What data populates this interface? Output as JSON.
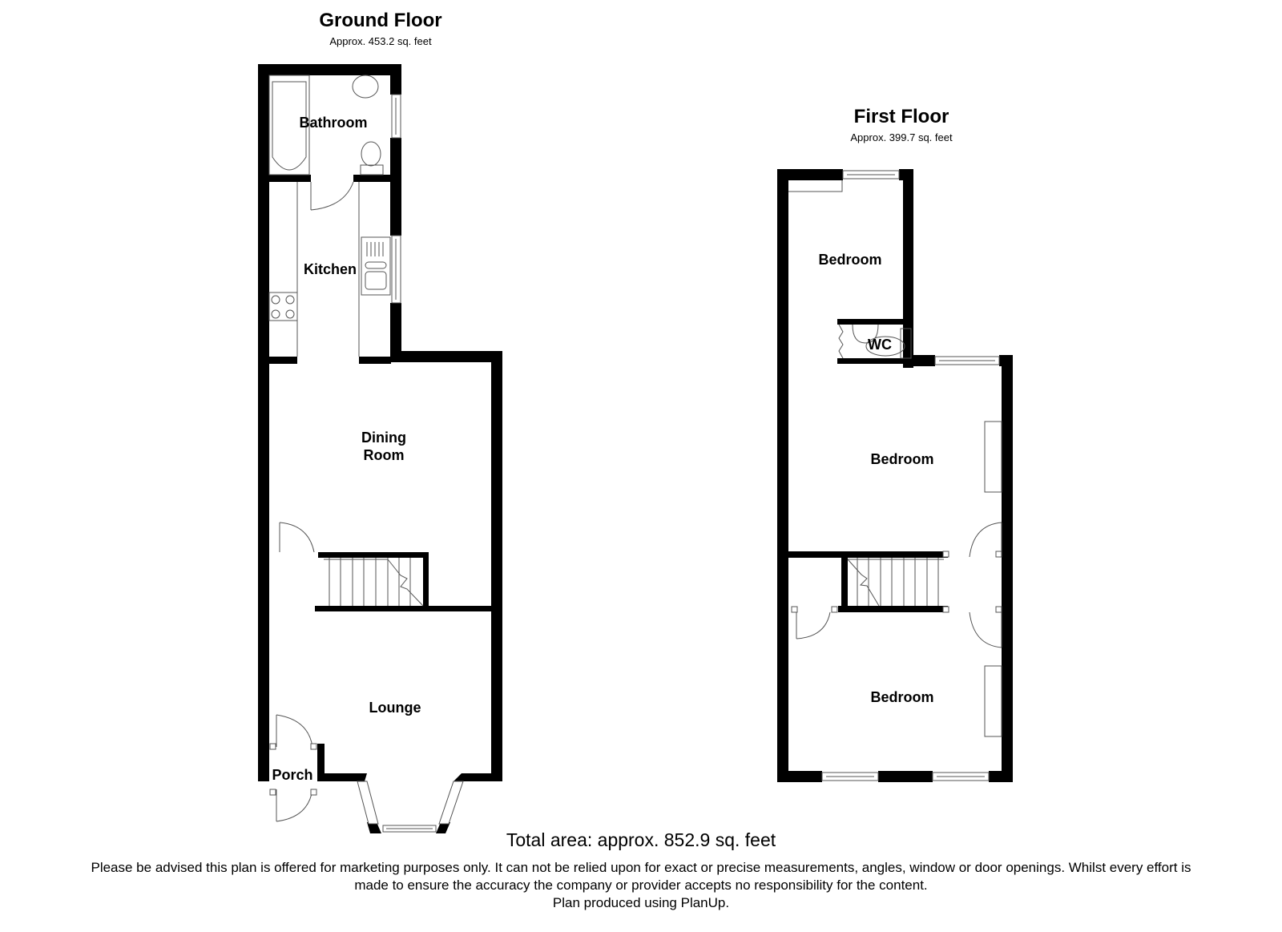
{
  "ground_floor": {
    "title": "Ground Floor",
    "area": "Approx. 453.2 sq. feet",
    "rooms": [
      {
        "name": "Bathroom"
      },
      {
        "name": "Kitchen"
      },
      {
        "name": "Dining\nRoom"
      },
      {
        "name": "Lounge"
      },
      {
        "name": "Porch"
      }
    ]
  },
  "first_floor": {
    "title": "First Floor",
    "area": "Approx. 399.7 sq. feet",
    "rooms": [
      {
        "name": "Bedroom"
      },
      {
        "name": "WC"
      },
      {
        "name": "Bedroom"
      },
      {
        "name": "Bedroom"
      }
    ]
  },
  "footer": {
    "total_area": "Total area: approx. 852.9 sq. feet",
    "disclaimer_line1": "Please be advised this plan is offered for marketing purposes only. It can not be relied upon for exact or precise measurements, angles, window or door openings. Whilst every effort is",
    "disclaimer_line2": "made to ensure the accuracy the company or provider accepts no responsibility for the content.",
    "credit": "Plan produced using PlanUp."
  },
  "colors": {
    "wall": "#000000",
    "fixture_line": "#555555",
    "background": "#ffffff"
  }
}
